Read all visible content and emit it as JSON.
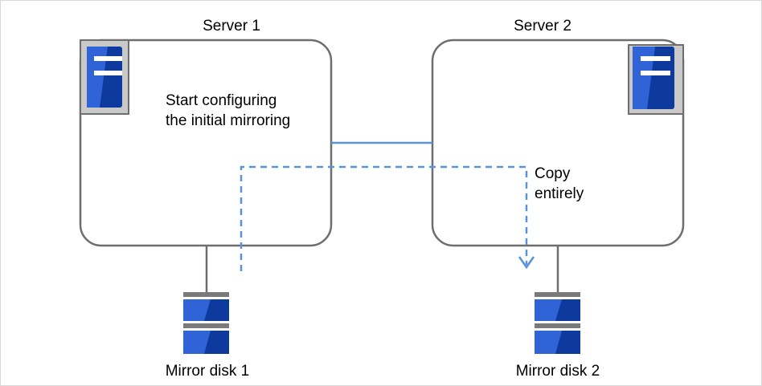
{
  "servers": [
    {
      "title": "Server 1",
      "note_lines": [
        "Start configuring",
        "the initial mirroring"
      ]
    },
    {
      "title": "Server 2",
      "note_lines": [
        "Copy",
        "entirely"
      ]
    }
  ],
  "disks": [
    {
      "label": "Mirror disk 1"
    },
    {
      "label": "Mirror disk 2"
    }
  ],
  "colors": {
    "server_border": "#6e6e6e",
    "icon_dark_blue": "#0d3a9c",
    "icon_blue": "#2f63d6",
    "icon_frame": "#c9c9c9",
    "network_line": "#5b93d8",
    "copy_arrow": "#5b93d8"
  }
}
